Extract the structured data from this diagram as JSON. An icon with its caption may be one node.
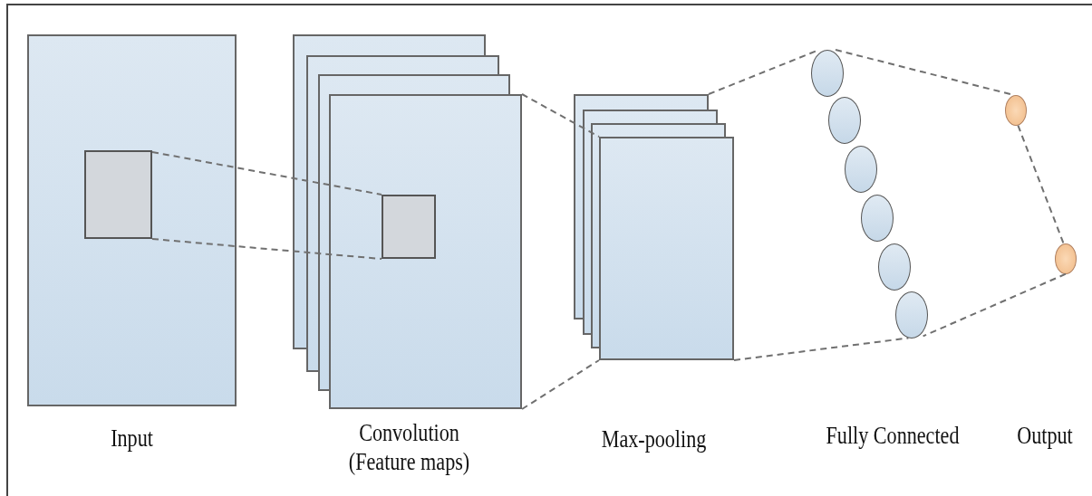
{
  "diagram": {
    "nodes": [
      {
        "text": [
          "Input"
        ]
      },
      {
        "text": [],
        "shape": "box",
        "in": 0
      },
      {
        "text": [
          "Convolution (Feature maps)"
        ]
      },
      {
        "text": [],
        "shape": "box",
        "in": 2
      },
      {
        "text": [
          "Max-pooling"
        ]
      },
      {
        "text": [],
        "shape": "circle"
      },
      {
        "text": [],
        "shape": "circle"
      },
      {
        "text": [],
        "shape": "circle"
      },
      {
        "text": [],
        "shape": "circle"
      },
      {
        "text": [],
        "shape": "circle"
      },
      {
        "text": [],
        "shape": "circle"
      },
      {
        "text": [],
        "shape": "circle"
      },
      {
        "text": [],
        "shape": "circle"
      }
    ],
    "edges": [
      {
        "from": 1,
        "to": 3,
        "arrow": "none",
        "style": "dashed"
      },
      {
        "from": 1,
        "to": 3,
        "arrow": "none",
        "style": "dashed"
      },
      {
        "from": 2,
        "to": 4,
        "arrow": "none",
        "style": "dashed"
      },
      {
        "from": 2,
        "to": 4,
        "arrow": "none",
        "style": "dashed"
      },
      {
        "from": 4,
        "to": 5,
        "arrow": "none",
        "style": "dashed"
      },
      {
        "from": 4,
        "to": 10,
        "arrow": "none",
        "style": "dashed"
      },
      {
        "from": 5,
        "to": 11,
        "arrow": "none",
        "style": "dashed"
      },
      {
        "from": 11,
        "to": 12,
        "arrow": "none",
        "style": "dashed"
      },
      {
        "from": 12,
        "to": 10,
        "arrow": "none",
        "style": "dashed"
      }
    ],
    "labels": [
      "Fully Connected",
      "Output"
    ]
  }
}
